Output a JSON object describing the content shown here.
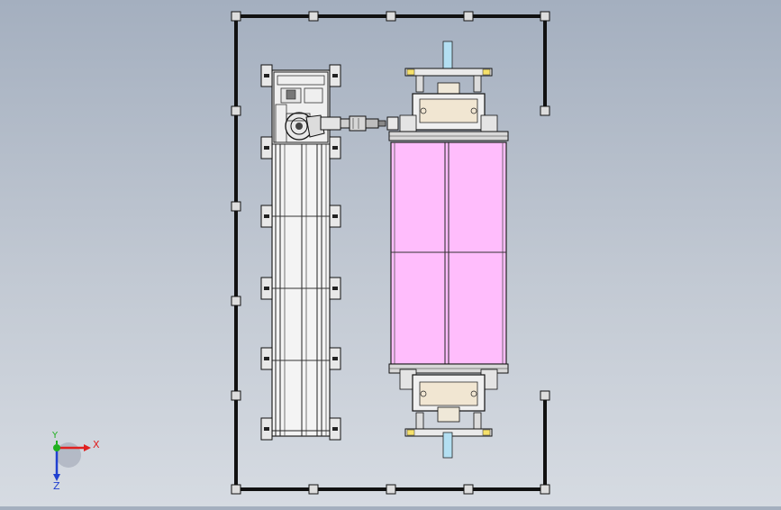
{
  "viewport": {
    "name": "cad-graphics-area",
    "mode": "top view",
    "colors": {
      "background_top": "#a4afbf",
      "background_bottom": "#d6dbe2",
      "frame": "#111111",
      "conveyor_fill": "#f2f2f2",
      "part_highlight": "#ffbdfc",
      "cylinder": "#b3dff2",
      "marker": "#f5e06a"
    }
  },
  "triad": {
    "x_label": "X",
    "y_label": "Y",
    "z_label": "Z",
    "x_color": "#e02020",
    "y_color": "#20b020",
    "z_color": "#2040d0"
  }
}
